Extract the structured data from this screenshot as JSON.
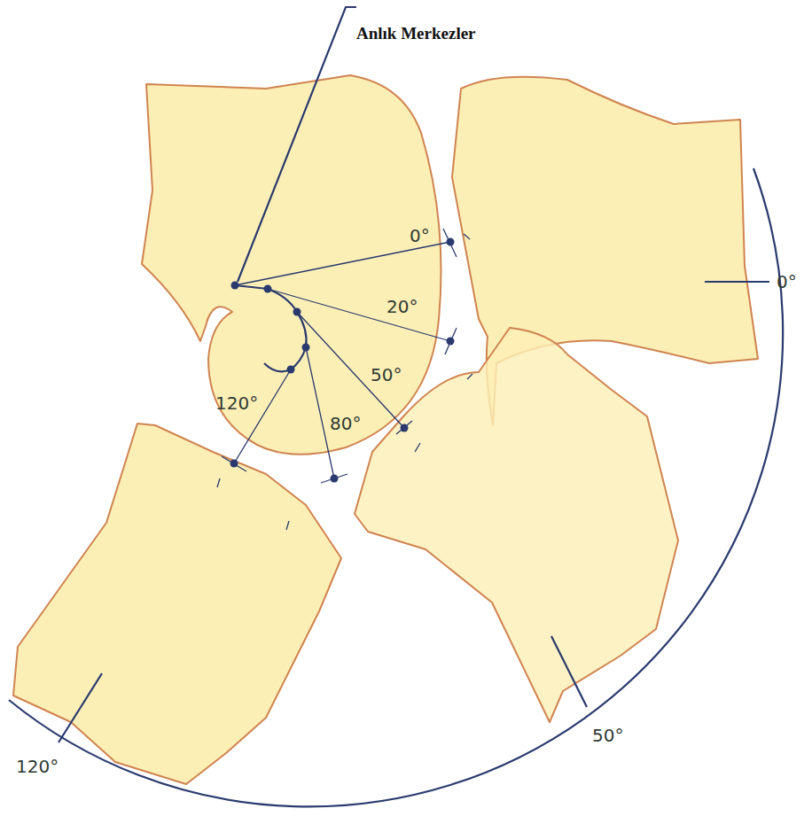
{
  "diagram": {
    "labels": [
      "Anlık Merkezler",
      "0°",
      "20°",
      "50°",
      "80°",
      "120°",
      "0°",
      "50°",
      "120°"
    ]
  }
}
